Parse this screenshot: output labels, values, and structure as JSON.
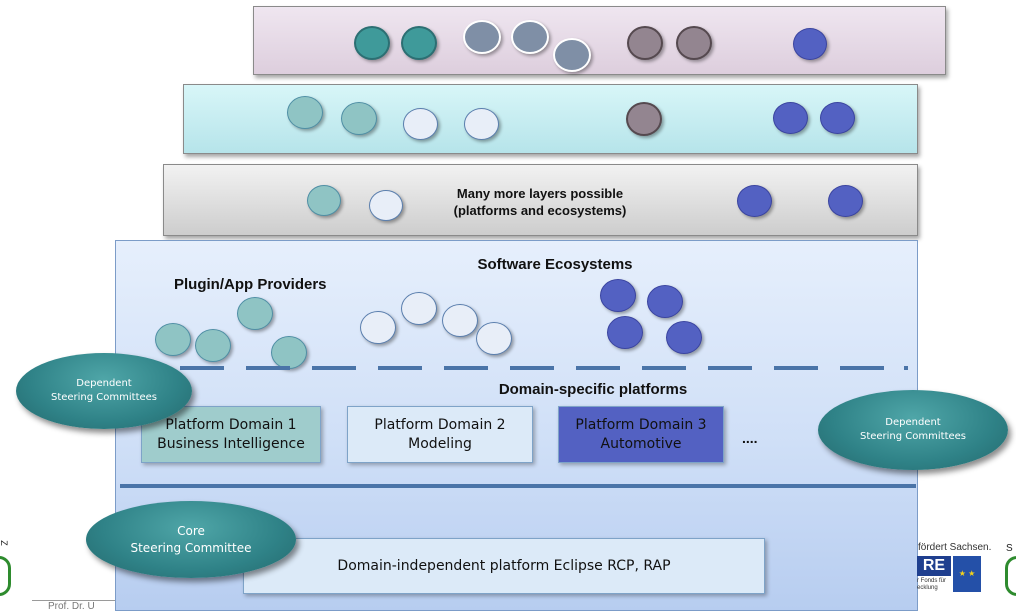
{
  "layer3": {
    "text_line1": "Many more layers possible",
    "text_line2": "(platforms and ecosystems)"
  },
  "ecosystem": {
    "title": "Software Ecosystems",
    "plugin_label": "Plugin/App Providers",
    "domain_label": "Domain-specific platforms",
    "platforms": [
      {
        "line1": "Platform Domain 1",
        "line2": "Business Intelligence",
        "color": "#9fcccc"
      },
      {
        "line1": "Platform Domain 2",
        "line2": "Modeling",
        "color": "#dceaf8"
      },
      {
        "line1": "Platform Domain 3",
        "line2": "Automotive",
        "color": "#5361c2"
      }
    ],
    "ellipsis": "....",
    "rcp_label": "Domain-independent platform Eclipse RCP, RAP"
  },
  "committees": {
    "left": {
      "line1": "Dependent",
      "line2": "Steering Committees"
    },
    "right": {
      "line1": "Dependent",
      "line2": "Steering Committees"
    },
    "core": {
      "line1": "Core",
      "line2": "Steering Committee"
    }
  },
  "footer": {
    "left_text": "Prof. Dr. U",
    "sachsen_text": "fördert Sachsen.",
    "logo_letters": "RE",
    "fonds_line1": "r Fonds für",
    "fonds_line2": "ecklung",
    "edge_left": "Z",
    "edge_right": "S"
  },
  "colors": {
    "teal_oval": "#2f8287",
    "ecosystem_bg": "#cfe0f8",
    "dash": "#4a74a8"
  }
}
